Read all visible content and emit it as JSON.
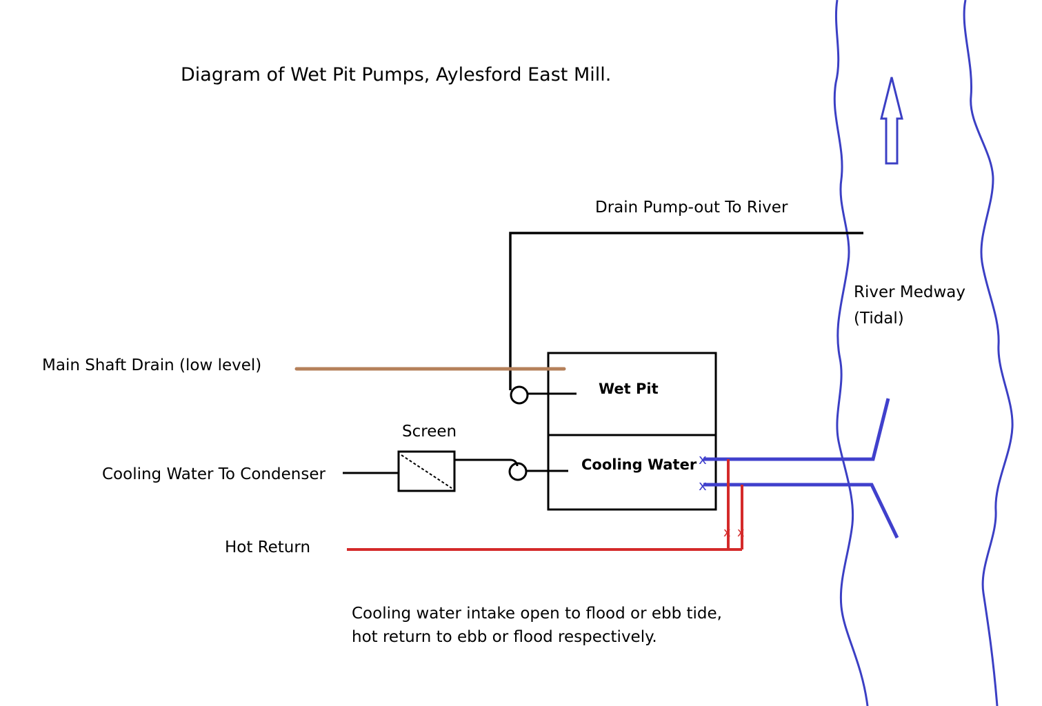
{
  "title": "Diagram of Wet Pit Pumps, Aylesford East Mill.",
  "labels": {
    "drain_pump_out": "Drain Pump-out To River",
    "river_line1": "River Medway",
    "river_line2": "(Tidal)",
    "main_shaft_drain": "Main Shaft Drain (low level)",
    "wet_pit": "Wet Pit",
    "screen": "Screen",
    "cooling_water": "Cooling  Water",
    "cooling_to_condenser": "Cooling Water To Condenser",
    "hot_return": "Hot Return",
    "note_line1": "Cooling water intake open to flood or ebb tide,",
    "note_line2": "hot return to ebb or flood respectively."
  },
  "valve_marks": {
    "glyph": "x"
  },
  "colors": {
    "river": "#3b3fc4",
    "cold_water": "#4040cc",
    "hot_water": "#d42a2a",
    "drain": "#b5805a",
    "pipe": "#000000"
  },
  "icons": {
    "flow_arrow": "up-arrow-icon",
    "pump": "pump-circle-icon",
    "screen": "screen-filter-icon",
    "valve": "valve-x-icon"
  }
}
